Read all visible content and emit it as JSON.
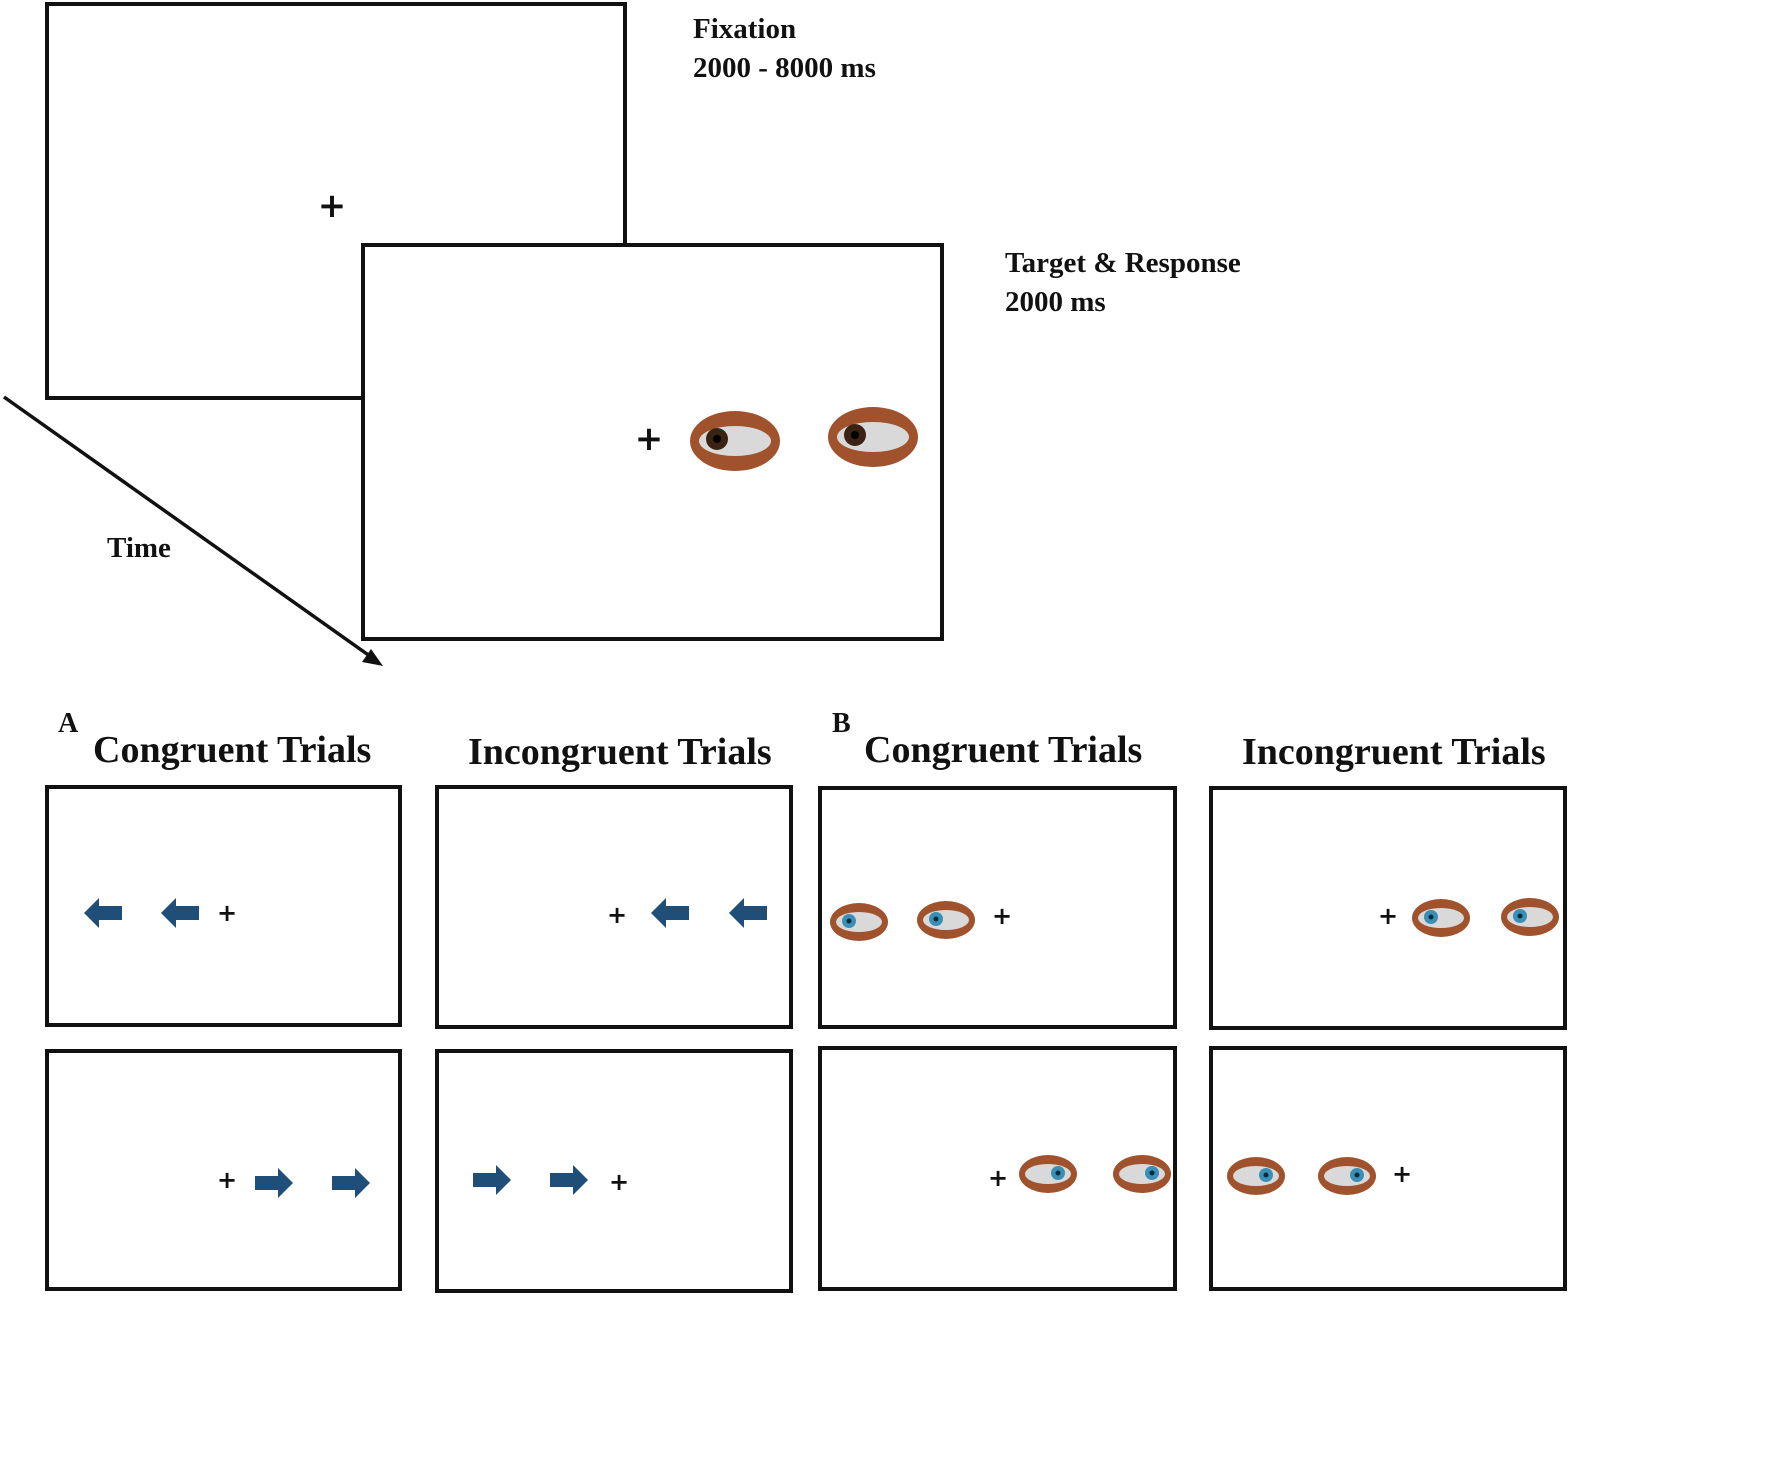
{
  "phases": {
    "fixation": {
      "title": "Fixation",
      "duration": "2000 - 8000 ms"
    },
    "target": {
      "title": "Target & Response",
      "duration": "2000 ms"
    },
    "time_label": "Time"
  },
  "fixation_symbol": "+",
  "panels": {
    "a": {
      "letter": "A",
      "stimulus": "arrow",
      "congruent_title": "Congruent Trials",
      "incongruent_title": "Incongruent Trials"
    },
    "b": {
      "letter": "B",
      "stimulus": "eye-gaze",
      "congruent_title": "Congruent Trials",
      "incongruent_title": "Incongruent Trials"
    }
  },
  "colors": {
    "arrow": "#1f4e79",
    "skin": "#a0522d",
    "iris_blue": "#3a8fb7",
    "iris_brown": "#3b2314",
    "sclera": "#d9d9d9",
    "frame": "#111111"
  }
}
